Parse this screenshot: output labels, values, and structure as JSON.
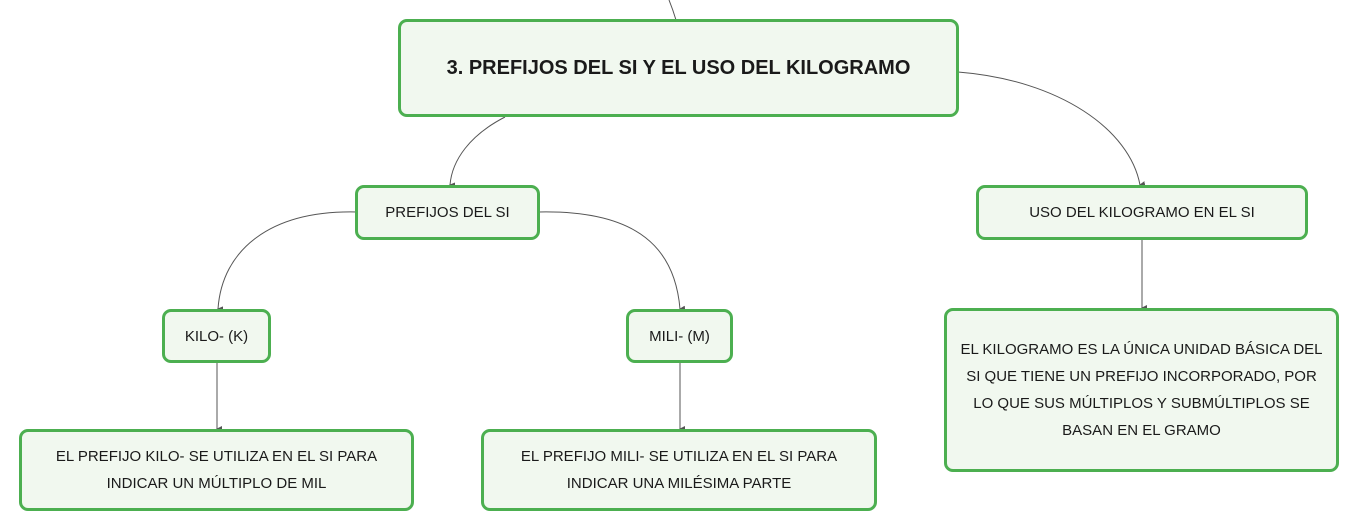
{
  "colors": {
    "node_border": "#4caf50",
    "node_fill": "#f1f8ef",
    "connector": "#555555"
  },
  "nodes": {
    "root": {
      "text": "3. PREFIJOS DEL SI Y EL USO DEL KILOGRAMO"
    },
    "prefijos": {
      "text": "PREFIJOS DEL SI"
    },
    "uso_kg": {
      "text": "USO DEL KILOGRAMO EN EL SI"
    },
    "kilo": {
      "text": "KILO- (K)"
    },
    "mili": {
      "text": "MILI- (M)"
    },
    "kilo_desc": {
      "text": "EL PREFIJO KILO- SE UTILIZA EN EL SI PARA INDICAR UN MÚLTIPLO DE MIL"
    },
    "mili_desc": {
      "text": "EL PREFIJO MILI- SE UTILIZA EN EL SI PARA INDICAR UNA MILÉSIMA PARTE"
    },
    "uso_kg_desc": {
      "text": "EL KILOGRAMO ES LA ÚNICA UNIDAD BÁSICA DEL SI QUE TIENE UN PREFIJO INCORPORADO, POR LO QUE SUS MÚLTIPLOS Y SUBMÚLTIPLOS SE BASAN EN EL GRAMO"
    }
  },
  "edges": [
    {
      "from": "root",
      "to": "prefijos"
    },
    {
      "from": "root",
      "to": "uso_kg"
    },
    {
      "from": "prefijos",
      "to": "kilo"
    },
    {
      "from": "prefijos",
      "to": "mili"
    },
    {
      "from": "kilo",
      "to": "kilo_desc"
    },
    {
      "from": "mili",
      "to": "mili_desc"
    },
    {
      "from": "uso_kg",
      "to": "uso_kg_desc"
    }
  ]
}
